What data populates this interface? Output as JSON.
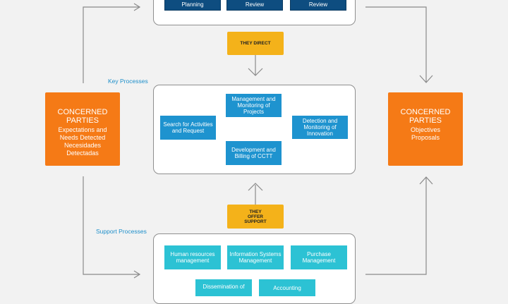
{
  "strategic": {
    "items": [
      "Planning",
      "Review",
      "Review"
    ]
  },
  "connectors": {
    "they_direct": "THEY DIRECT",
    "they_offer_support": "THEY\nOFFER\nSUPPORT"
  },
  "key_processes": {
    "label": "Key Processes",
    "items": {
      "management": "Management and Monitoring of Projects",
      "search": "Search for Activities and Request",
      "detection": "Detection and Monitoring of Innovation",
      "development": "Development and Billing of CCTT"
    }
  },
  "support_processes": {
    "label": "Support Processes",
    "items": {
      "human": "Human resources management",
      "info": "Information Systems Management",
      "purchase": "Purchase Management",
      "dissemination": "Dissemination of",
      "accounting": "Accounting"
    }
  },
  "left_party": {
    "title": "CONCERNED PARTIES",
    "lines": [
      "Expectations and",
      "Needs Detected",
      "Necesidades",
      "Detectadas"
    ]
  },
  "right_party": {
    "title": "CONCERNED PARTIES",
    "lines": [
      "Objectives",
      "Proposals"
    ]
  },
  "colors": {
    "strategic": "#0e4d80",
    "key": "#1e93cf",
    "support": "#2cc2d4",
    "connector": "#f4b21a",
    "party": "#f57a16"
  }
}
